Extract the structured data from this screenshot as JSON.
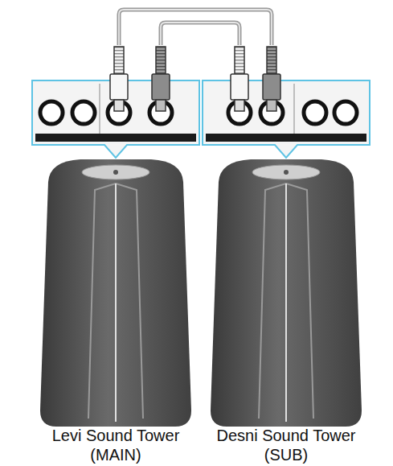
{
  "diagram": {
    "nodes": [
      {
        "text": [
          "Levi Sound Tower",
          "(MAIN)"
        ]
      },
      {
        "text": [
          "Desni Sound Tower",
          "(SUB)"
        ]
      }
    ],
    "edges": [
      {
        "from": 0,
        "to": 1,
        "arrow": "none"
      },
      {
        "from": 0,
        "to": 1,
        "arrow": "none"
      }
    ]
  }
}
